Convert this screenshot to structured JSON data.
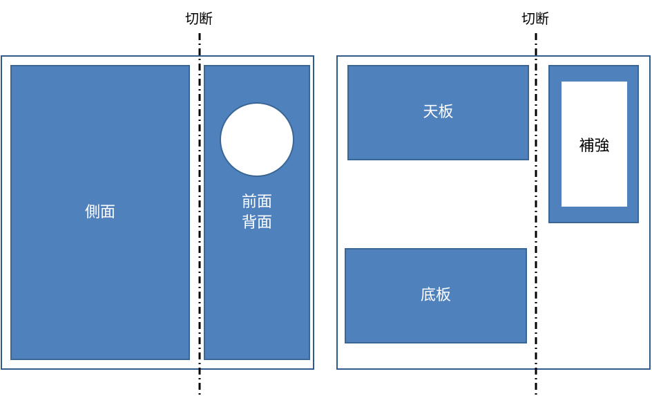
{
  "labels": {
    "cut_left": "切断",
    "cut_right": "切断"
  },
  "pieces": {
    "side": "側面",
    "front": "前面",
    "back": "背面",
    "top_board": "天板",
    "bottom_board": "底板",
    "reinforcement": "補強"
  },
  "colors": {
    "piece_fill": "#4f81bd",
    "piece_border": "#3a6695",
    "board_border": "#2f5a8a"
  }
}
